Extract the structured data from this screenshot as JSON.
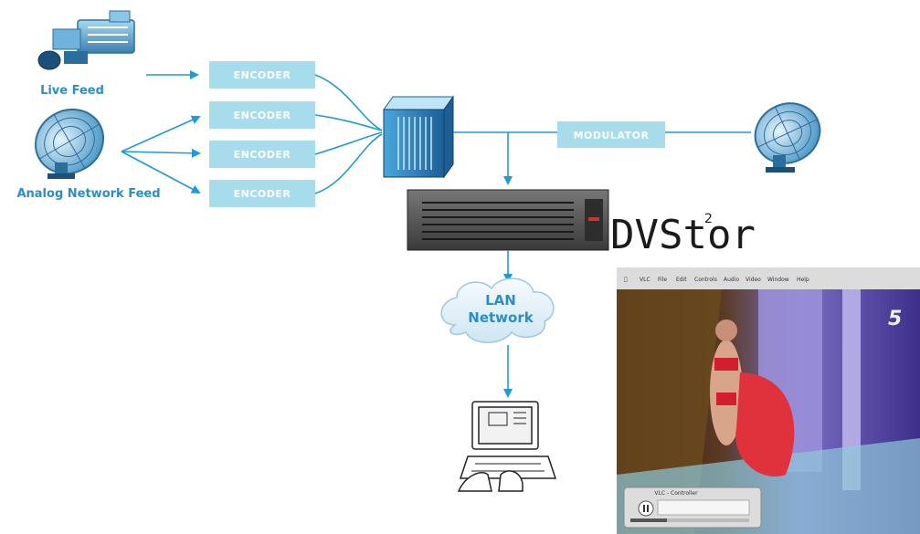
{
  "sources": {
    "live_feed_label": "Live Feed",
    "analog_feed_label": "Analog Network Feed"
  },
  "encoders": [
    {
      "label": "ENCODER"
    },
    {
      "label": "ENCODER"
    },
    {
      "label": "ENCODER"
    },
    {
      "label": "ENCODER"
    }
  ],
  "modulator": {
    "label": "MODULATOR"
  },
  "storage": {
    "brand": "DVStor",
    "brand_superscript": "2"
  },
  "lan": {
    "line1": "LAN",
    "line2": "Network"
  },
  "player_window": {
    "menu_items": [
      "VLC",
      "File",
      "Edit",
      "Controls",
      "Audio",
      "Video",
      "Window",
      "Help"
    ],
    "controller_title": "VLC - Controller",
    "channel_logo": "5"
  },
  "colors": {
    "accent_blue": "#2a8fc7",
    "encoder_fill": "#a6dcec",
    "arrow": "#1f9ad6"
  }
}
